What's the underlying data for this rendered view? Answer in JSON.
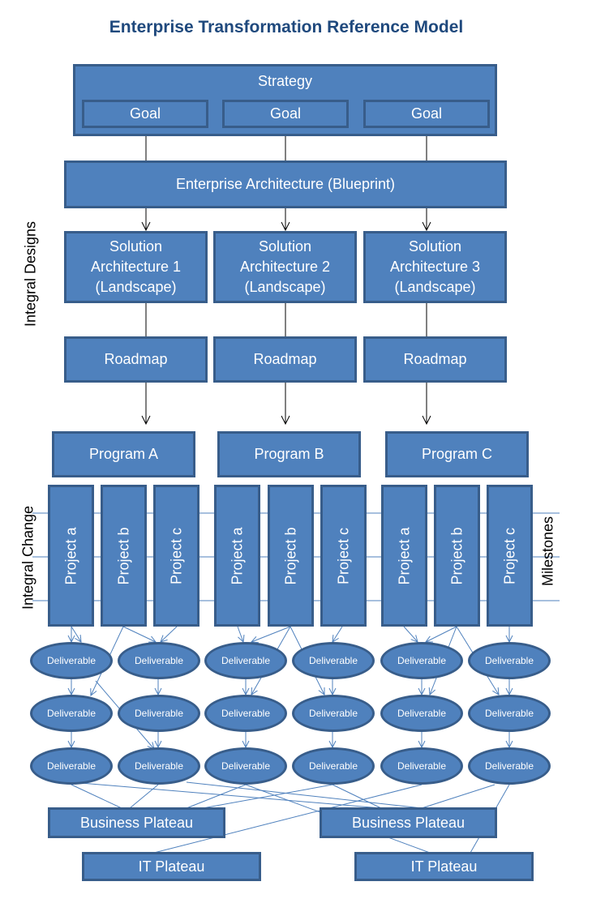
{
  "title": "Enterprise Transformation Reference Model",
  "strategy": {
    "label": "Strategy",
    "goals": [
      "Goal",
      "Goal",
      "Goal"
    ]
  },
  "enterprise_architecture": "Enterprise Architecture (Blueprint)",
  "solution_architectures": [
    "Solution\nArchitecture 1\n(Landscape)",
    "Solution\nArchitecture 2\n(Landscape)",
    "Solution\nArchitecture 3\n(Landscape)"
  ],
  "roadmaps": [
    "Roadmap",
    "Roadmap",
    "Roadmap"
  ],
  "programs": [
    "Program A",
    "Program B",
    "Program C"
  ],
  "projects": [
    "Project a",
    "Project b",
    "Project c",
    "Project a",
    "Project b",
    "Project c",
    "Project a",
    "Project b",
    "Project c"
  ],
  "deliverables": [
    [
      "Deliverable",
      "Deliverable",
      "Deliverable",
      "Deliverable",
      "Deliverable",
      "Deliverable"
    ],
    [
      "Deliverable",
      "Deliverable",
      "Deliverable",
      "Deliverable",
      "Deliverable",
      "Deliverable"
    ],
    [
      "Deliverable",
      "Deliverable",
      "Deliverable",
      "Deliverable",
      "Deliverable",
      "Deliverable"
    ]
  ],
  "business_plateaus": [
    "Business Plateau",
    "Business Plateau"
  ],
  "it_plateaus": [
    "IT Plateau",
    "IT Plateau"
  ],
  "side_labels": {
    "integral_designs": "Integral Designs",
    "integral_change": "Integral Change",
    "milestones": "Milestones"
  },
  "colors": {
    "box_fill": "#4f81bd",
    "box_border": "#385d8a",
    "title": "#1f497d"
  }
}
